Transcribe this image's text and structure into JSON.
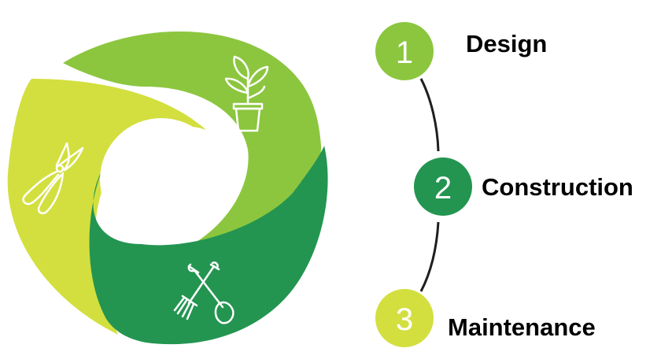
{
  "colors": {
    "light_green": "#8CC63F",
    "dark_green": "#239551",
    "lime": "#D3DF3E",
    "connector": "#1F1F1F"
  },
  "steps": [
    {
      "number": "1",
      "label": "Design",
      "color": "#8CC63F",
      "icon": "plant-pot-icon"
    },
    {
      "number": "2",
      "label": "Construction",
      "color": "#239551",
      "icon": "shovel-fork-icon"
    },
    {
      "number": "3",
      "label": "Maintenance",
      "color": "#D3DF3E",
      "icon": "pruning-shears-icon"
    }
  ]
}
